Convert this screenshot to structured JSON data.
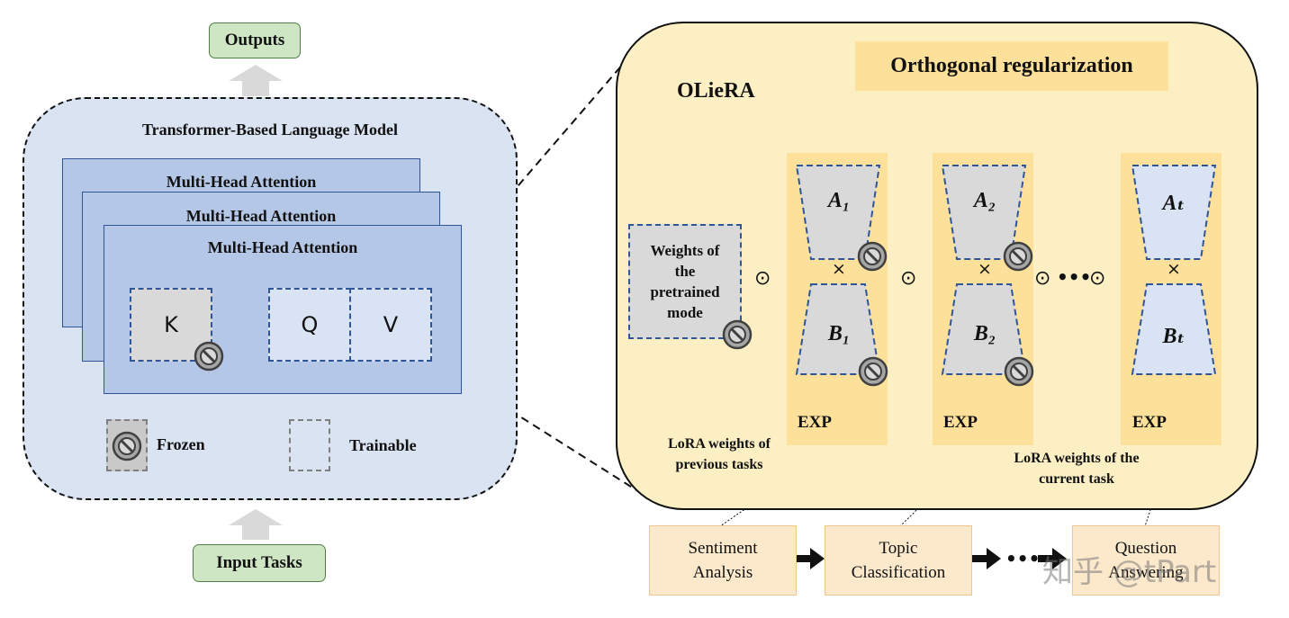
{
  "left": {
    "outputs_label": "Outputs",
    "model_title": "Transformer-Based Language Model",
    "layer_titles": [
      "Multi-Head Attention",
      "Multi-Head Attention",
      "Multi-Head Attention"
    ],
    "k_label": "K",
    "q_label": "Q",
    "v_label": "V",
    "legend_frozen": "Frozen",
    "legend_trainable": "Trainable",
    "input_label": "Input Tasks"
  },
  "right": {
    "title": "OLieRA",
    "ortho_label": "Orthogonal regularization",
    "pretrained_label": "Weights of the pretrained mode",
    "odot_symbol": "⊙",
    "times_symbol": "×",
    "ellipsis": "•••",
    "exp_label": "EXP",
    "experts": [
      {
        "a_label": "A₁",
        "b_label": "B₁"
      },
      {
        "a_label": "A₂",
        "b_label": "B₂"
      },
      {
        "a_label": "Aₜ",
        "b_label": "Bₜ"
      }
    ],
    "note_previous": "LoRA weights of previous tasks",
    "note_current": "LoRA weights of the current task"
  },
  "tasks": [
    {
      "label": "Sentiment Analysis"
    },
    {
      "label": "Topic Classification"
    },
    {
      "label": "Question Answering"
    }
  ],
  "watermark": "知乎 @tPart",
  "colors": {
    "model_bg": "#d9e3f2",
    "layer_fill": "#b4c7e7",
    "olie_bg": "#fdefc4",
    "exp_col": "#fde19a",
    "frozen_fill": "#d9d9d9",
    "trainable_fill": "#dae3f3",
    "green_box": "#cfe6c5",
    "task_box": "#fce9cc"
  }
}
